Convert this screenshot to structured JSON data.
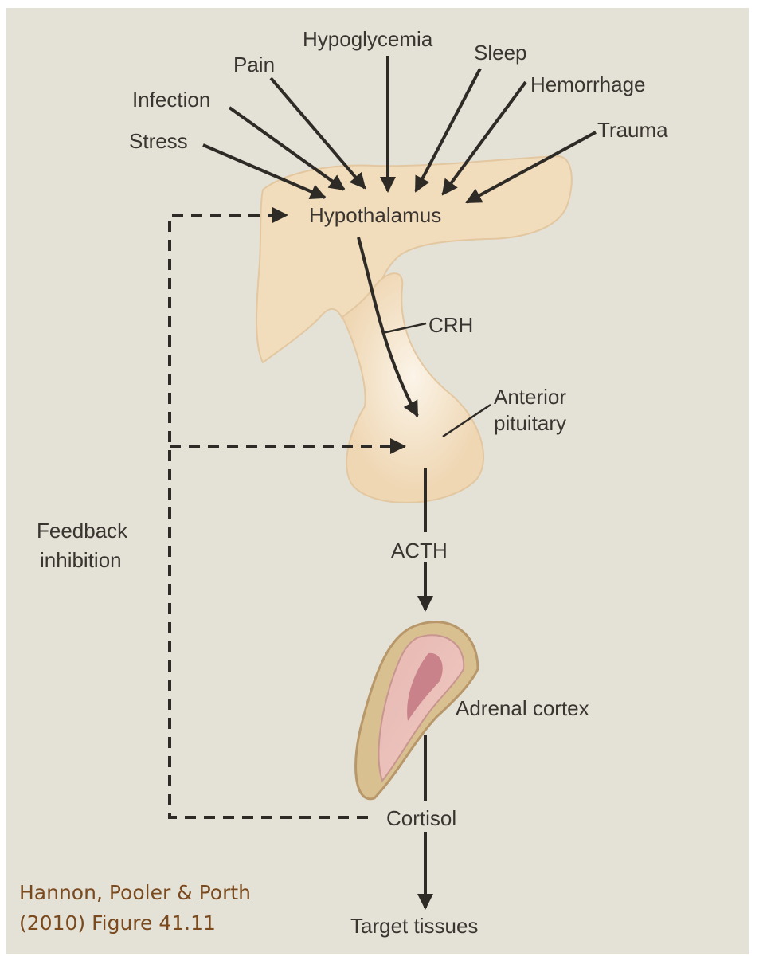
{
  "stimuli": [
    {
      "id": "stress",
      "label": "Stress"
    },
    {
      "id": "infection",
      "label": "Infection"
    },
    {
      "id": "pain",
      "label": "Pain"
    },
    {
      "id": "hypoglycemia",
      "label": "Hypoglycemia"
    },
    {
      "id": "sleep",
      "label": "Sleep"
    },
    {
      "id": "hemorrhage",
      "label": "Hemorrhage"
    },
    {
      "id": "trauma",
      "label": "Trauma"
    }
  ],
  "structures": {
    "hypothalamus": "Hypothalamus",
    "anterior_pituitary_line1": "Anterior",
    "anterior_pituitary_line2": "pituitary",
    "adrenal_cortex": "Adrenal cortex",
    "target_tissues": "Target tissues"
  },
  "hormones": {
    "crh": "CRH",
    "acth": "ACTH",
    "cortisol": "Cortisol"
  },
  "feedback": {
    "line1": "Feedback",
    "line2": "inhibition"
  },
  "credit": {
    "line1": "Hannon, Pooler & Porth",
    "line2": "(2010) Figure 41.11"
  },
  "colors": {
    "background": "#e4e2d7",
    "tissue": "#f1dcbc",
    "arrow": "#2e2a26",
    "adrenal_inner": "#d99d9d",
    "credit_text": "#7a4a1e"
  }
}
